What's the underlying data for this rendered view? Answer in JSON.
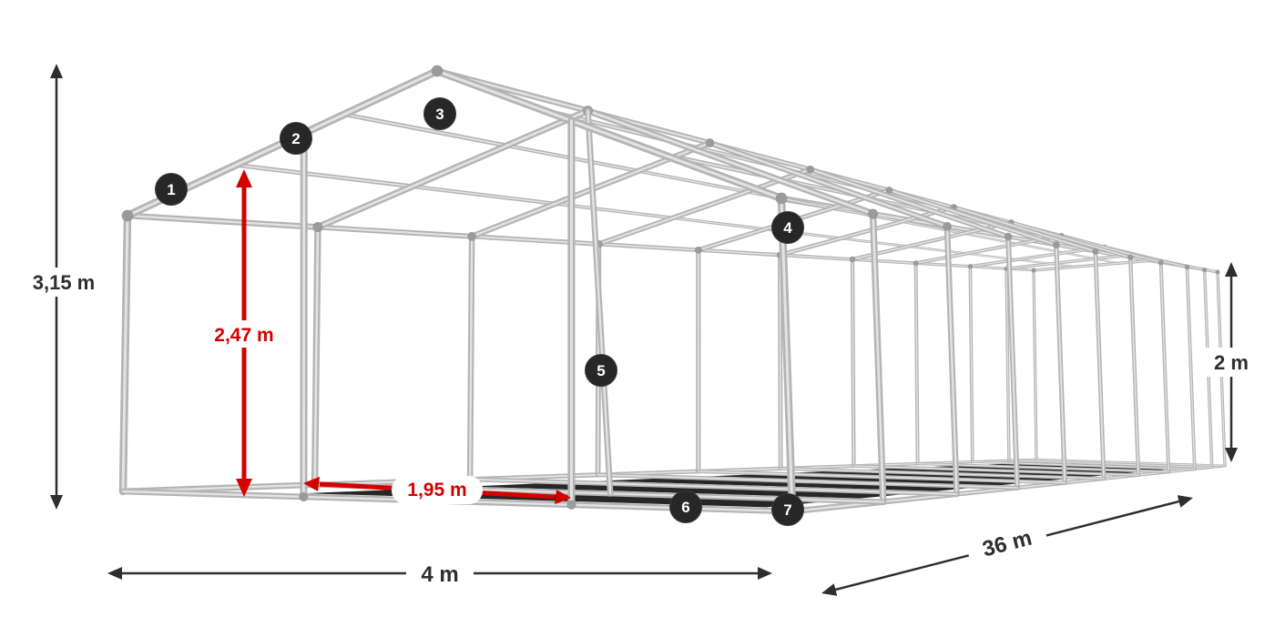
{
  "diagram": {
    "type": "tent-frame-construction-drawing",
    "colors": {
      "background": "#ffffff",
      "tube": "#b4b4b4",
      "tube_highlight": "#e3e3e3",
      "joint": "#9a9a9a",
      "shadow": "#101010",
      "dimension_text": "#2e2e2e",
      "accent_red": "#d40000",
      "marker_bg": "#272727",
      "marker_text": "#ffffff"
    },
    "dimensions": {
      "total_height": {
        "label": "3,15 m",
        "style": "dark"
      },
      "clearance_height": {
        "label": "2,47 m",
        "style": "red"
      },
      "side_height": {
        "label": "2 m",
        "style": "dark"
      },
      "width": {
        "label": "4 m",
        "style": "dark"
      },
      "length": {
        "label": "36 m",
        "style": "dark"
      },
      "entrance_width": {
        "label": "1,95 m",
        "style": "red"
      }
    },
    "part_markers": [
      {
        "number": "1"
      },
      {
        "number": "2"
      },
      {
        "number": "3"
      },
      {
        "number": "4"
      },
      {
        "number": "5"
      },
      {
        "number": "6"
      },
      {
        "number": "7"
      }
    ]
  }
}
